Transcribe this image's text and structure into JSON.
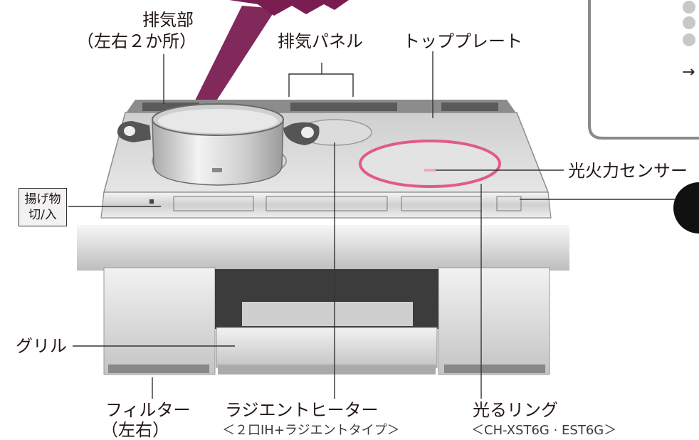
{
  "labels": {
    "exhaust_part": "排気部",
    "exhaust_part_note": "（左右２か所）",
    "exhaust_panel": "排気パネル",
    "top_plate": "トッププレート",
    "light_sensor": "光火力センサー",
    "grill": "グリル",
    "filter": "フィルター",
    "filter_note": "（左右）",
    "radiant_heater": "ラジエントヒーター",
    "radiant_heater_note": "＜２口IH+ラジエントタイプ＞",
    "glow_ring": "光るリング",
    "glow_ring_note": "＜CH-XST6G · EST6G＞"
  },
  "fry_button": {
    "line1": "揚げ物",
    "line2": "切/入"
  },
  "arrow_glyph": "→",
  "colors": {
    "ring": "#e05a8a",
    "burst": "#7a1e52",
    "leader": "#333333",
    "body_light": "#d9d9d9",
    "body_dark": "#4a4a4a"
  }
}
